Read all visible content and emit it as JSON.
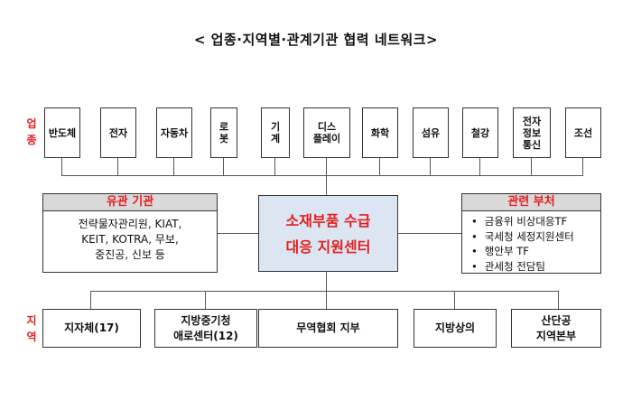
{
  "title": "< 업종·지역별·관계기관 협력 네트워크>",
  "side_labels": {
    "industry": "업\n종",
    "region": "지\n역"
  },
  "industries": [
    "반도체",
    "전자",
    "자동차",
    "로\n봇",
    "기\n계",
    "디스\n플레이",
    "화학",
    "섬유",
    "철강",
    "전자\n정보\n통신",
    "조선"
  ],
  "center": {
    "line1": "소재부품 수급",
    "line2": "대응 지원센터"
  },
  "related_agencies": {
    "title": "유관 기관",
    "lines": [
      "전략물자관리원, KIAT,",
      "KEIT, KOTRA, 무보,",
      "중진공, 신보 등"
    ]
  },
  "related_ministries": {
    "title": "관련 부처",
    "items": [
      "금융위 비상대응TF",
      "국세청 세정지원센터",
      "행안부 TF",
      "관세청 전담팀"
    ]
  },
  "regions": [
    "지자체(17)",
    "지방중기청\n애로센터(12)",
    "무역협회 지부",
    "지방상의",
    "산단공\n지역본부"
  ]
}
